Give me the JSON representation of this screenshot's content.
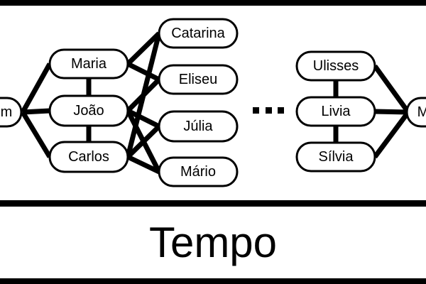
{
  "nodes": [
    {
      "id": "left",
      "label": "m"
    },
    {
      "id": "maria",
      "label": "Maria"
    },
    {
      "id": "joao",
      "label": "João"
    },
    {
      "id": "carlos",
      "label": "Carlos"
    },
    {
      "id": "catarina",
      "label": "Catarina"
    },
    {
      "id": "eliseu",
      "label": "Eliseu"
    },
    {
      "id": "julia",
      "label": "Júlia"
    },
    {
      "id": "mario",
      "label": "Mário"
    },
    {
      "id": "ulisses",
      "label": "Ulisses"
    },
    {
      "id": "livia",
      "label": "Livia"
    },
    {
      "id": "silvia",
      "label": "Sílvia"
    },
    {
      "id": "right",
      "label": "M"
    }
  ],
  "edges": [
    [
      "left",
      "maria"
    ],
    [
      "left",
      "joao"
    ],
    [
      "left",
      "carlos"
    ],
    [
      "maria",
      "joao"
    ],
    [
      "joao",
      "carlos"
    ],
    [
      "maria",
      "catarina"
    ],
    [
      "maria",
      "eliseu"
    ],
    [
      "joao",
      "eliseu"
    ],
    [
      "joao",
      "julia"
    ],
    [
      "joao",
      "mario"
    ],
    [
      "carlos",
      "catarina"
    ],
    [
      "carlos",
      "julia"
    ],
    [
      "carlos",
      "mario"
    ],
    [
      "ulisses",
      "livia"
    ],
    [
      "livia",
      "silvia"
    ],
    [
      "ulisses",
      "right"
    ],
    [
      "livia",
      "right"
    ],
    [
      "silvia",
      "right"
    ]
  ],
  "ellipsis": "···",
  "axis_label": "Tempo"
}
